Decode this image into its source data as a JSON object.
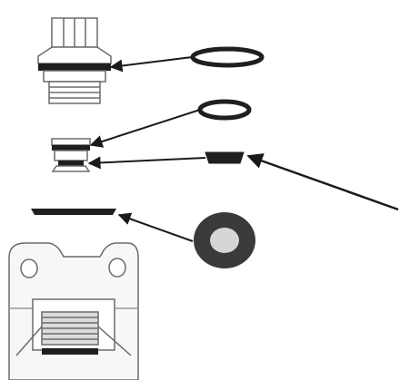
{
  "diagram": {
    "kind": "exploded-parts",
    "colors": {
      "line": "#1a1a1a",
      "part_fill": "#ffffff",
      "part_outline": "#6b6b6b",
      "seal_dark": "#1f1f1f",
      "gasket_outer": "#3a3a3a",
      "gasket_inner": "#d6d6d6",
      "housing_fill": "#f7f7f7",
      "thread_fill": "#dcdcdc"
    },
    "parts": [
      {
        "id": "top-cap",
        "icon": "threaded-cap-icon"
      },
      {
        "id": "o-ring-large",
        "icon": "o-ring-icon"
      },
      {
        "id": "o-ring-small",
        "icon": "o-ring-icon"
      },
      {
        "id": "poppet-valve",
        "icon": "valve-icon"
      },
      {
        "id": "cup-seal",
        "icon": "cup-seal-icon"
      },
      {
        "id": "flat-seal",
        "icon": "flat-seal-icon"
      },
      {
        "id": "flat-gasket",
        "icon": "gasket-icon"
      },
      {
        "id": "valve-housing",
        "icon": "housing-icon"
      }
    ],
    "arrows": [
      {
        "from": "o-ring-large",
        "to": "top-cap"
      },
      {
        "from": "o-ring-small",
        "to": "poppet-valve"
      },
      {
        "from": "cup-seal",
        "to": "poppet-valve"
      },
      {
        "from": "flat-gasket",
        "to": "flat-seal"
      },
      {
        "from": "off-page",
        "to": "cup-seal"
      }
    ]
  }
}
